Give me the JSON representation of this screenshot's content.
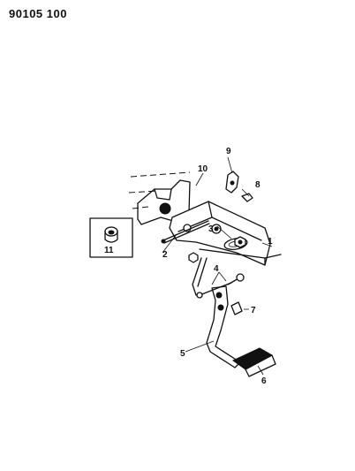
{
  "document_number": "90105 100",
  "callouts": {
    "c1": "1",
    "c2": "2",
    "c3": "3",
    "c4": "4",
    "c5": "5",
    "c6": "6",
    "c7": "7",
    "c8": "8",
    "c9": "9",
    "c10": "10",
    "c11": "11"
  }
}
